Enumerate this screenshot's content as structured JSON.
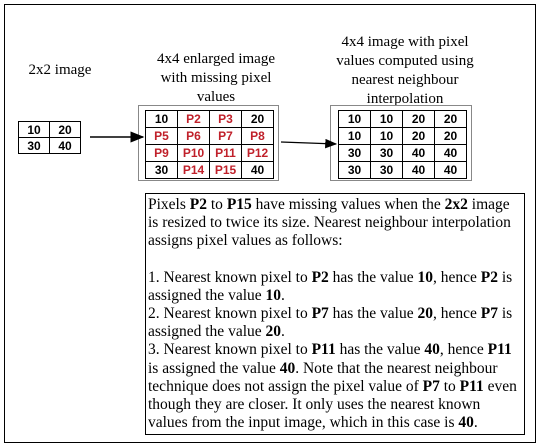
{
  "captions": {
    "small": "2x2 image",
    "enlarged": "4x4 enlarged image with missing pixel values",
    "computed": "4x4 image with pixel values computed using nearest neighbour interpolation"
  },
  "grid_small": [
    [
      "10",
      "20"
    ],
    [
      "30",
      "40"
    ]
  ],
  "grid_enlarged": [
    [
      "10",
      "P2",
      "P3",
      "20"
    ],
    [
      "P5",
      "P6",
      "P7",
      "P8"
    ],
    [
      "P9",
      "P10",
      "P11",
      "P12"
    ],
    [
      "30",
      "P14",
      "P15",
      "40"
    ]
  ],
  "grid_computed": [
    [
      "10",
      "10",
      "20",
      "20"
    ],
    [
      "10",
      "10",
      "20",
      "20"
    ],
    [
      "30",
      "30",
      "40",
      "40"
    ],
    [
      "30",
      "30",
      "40",
      "40"
    ]
  ],
  "colors": {
    "missing_label": "#c0202a",
    "border": "#000000"
  },
  "explanation": {
    "intro": [
      {
        "t": "Pixels "
      },
      {
        "t": "P2",
        "b": true
      },
      {
        "t": " to "
      },
      {
        "t": "P15",
        "b": true
      },
      {
        "t": " have missing values when the "
      },
      {
        "t": "2x2",
        "b": true
      },
      {
        "t": " image is resized to twice its size. Nearest neighbour interpolation assigns pixel values as follows:"
      }
    ],
    "item1": [
      {
        "t": "1. Nearest known pixel to "
      },
      {
        "t": "P2",
        "b": true
      },
      {
        "t": " has the value "
      },
      {
        "t": "10",
        "b": true
      },
      {
        "t": ", hence "
      },
      {
        "t": "P2",
        "b": true
      },
      {
        "t": " is assigned the value "
      },
      {
        "t": "10",
        "b": true
      },
      {
        "t": "."
      }
    ],
    "item2": [
      {
        "t": "2. Nearest known pixel to "
      },
      {
        "t": "P7",
        "b": true
      },
      {
        "t": " has the value "
      },
      {
        "t": "20",
        "b": true
      },
      {
        "t": ", hence "
      },
      {
        "t": "P7",
        "b": true
      },
      {
        "t": " is assigned the value "
      },
      {
        "t": "20",
        "b": true
      },
      {
        "t": "."
      }
    ],
    "item3": [
      {
        "t": "3. Nearest known pixel to "
      },
      {
        "t": "P11",
        "b": true
      },
      {
        "t": " has the value "
      },
      {
        "t": "40",
        "b": true
      },
      {
        "t": ", hence "
      },
      {
        "t": "P11",
        "b": true
      },
      {
        "t": " is assigned the value "
      },
      {
        "t": "40",
        "b": true
      },
      {
        "t": ". Note that the nearest neighbour technique does not assign the pixel value of "
      },
      {
        "t": "P7",
        "b": true
      },
      {
        "t": " to "
      },
      {
        "t": "P11",
        "b": true
      },
      {
        "t": " even though they are closer. It only uses the nearest known values from the input image, which in this case is "
      },
      {
        "t": "40",
        "b": true
      },
      {
        "t": "."
      }
    ]
  }
}
